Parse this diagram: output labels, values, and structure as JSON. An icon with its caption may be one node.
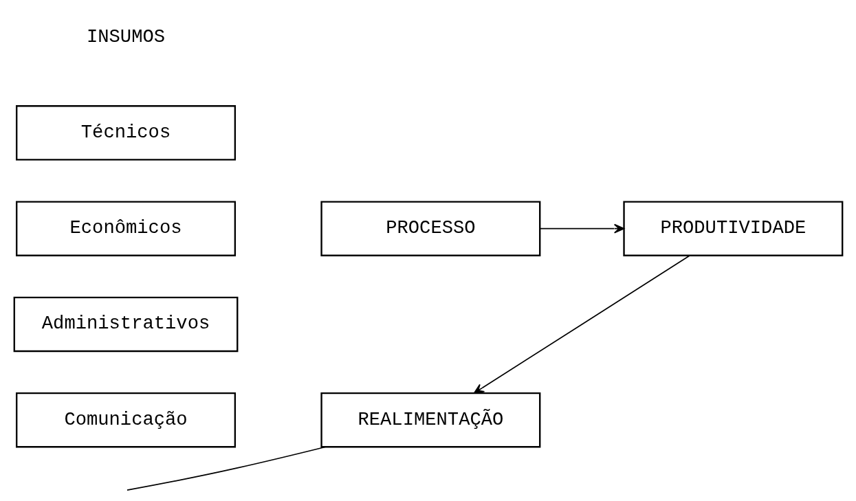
{
  "diagram": {
    "nodes": [
      {
        "text": [
          "Técnicos"
        ]
      },
      {
        "text": [
          "Econômicos"
        ]
      },
      {
        "text": [
          "Administrativos"
        ]
      },
      {
        "text": [
          "Comunicação"
        ]
      },
      {
        "text": [
          "PROCESSO"
        ]
      },
      {
        "text": [
          "PRODUTIVIDADE"
        ]
      },
      {
        "text": [
          "REALIMENTAÇÃO"
        ]
      }
    ],
    "edges": [
      {
        "from": 4,
        "to": 5,
        "arrow": "to"
      },
      {
        "from": 5,
        "to": 6,
        "arrow": "to"
      },
      {
        "from": 6,
        "to": null,
        "arrow": "none"
      }
    ],
    "labels": [
      "INSUMOS"
    ]
  }
}
